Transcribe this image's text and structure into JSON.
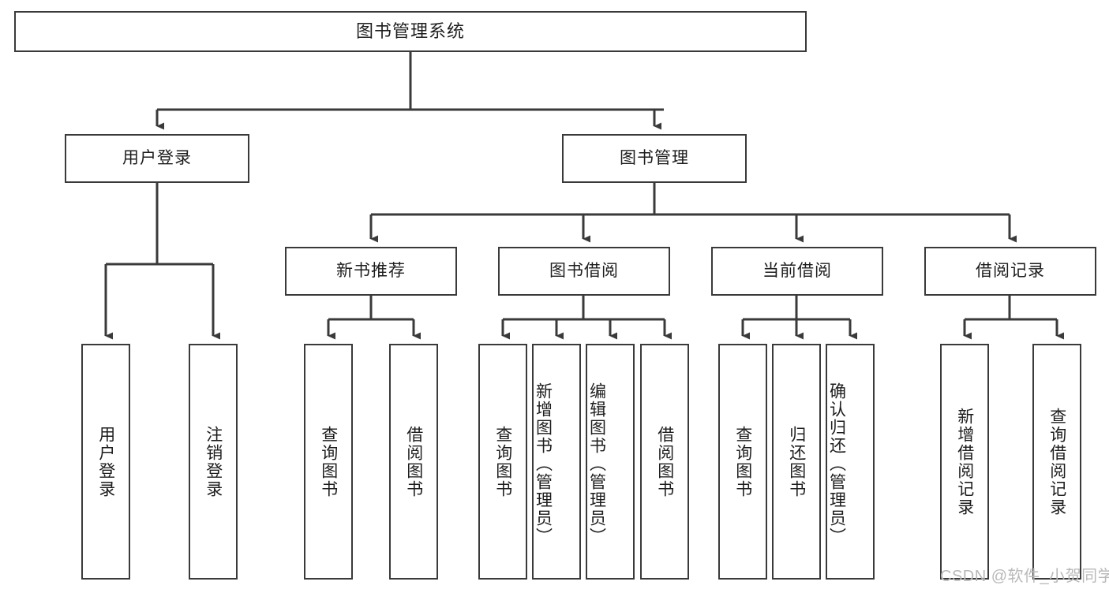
{
  "diagram": {
    "title": "图书管理系统",
    "type": "功能结构图",
    "theme": {
      "background": "#ffffff",
      "stroke": "#3a3a3a",
      "node_fill": "#ffffff",
      "text": "#1d1d1d",
      "watermark": "#b9b9b9"
    },
    "root": {
      "label": "图书管理系统"
    },
    "level2": [
      {
        "label": "用户登录"
      },
      {
        "label": "图书管理"
      }
    ],
    "level3": [
      {
        "label": "新书推荐"
      },
      {
        "label": "图书借阅"
      },
      {
        "label": "当前借阅"
      },
      {
        "label": "借阅记录"
      }
    ],
    "leaves": {
      "user_login": [
        {
          "label": "用户登录"
        },
        {
          "label": "注销登录"
        }
      ],
      "new_book_recommend": [
        {
          "label": "查询图书"
        },
        {
          "label": "借阅图书"
        }
      ],
      "book_borrow": [
        {
          "label": "查询图书"
        },
        {
          "label": "新增图书（管理员）"
        },
        {
          "label": "编辑图书（管理员）"
        },
        {
          "label": "借阅图书"
        }
      ],
      "current_borrow": [
        {
          "label": "查询图书"
        },
        {
          "label": "归还图书"
        },
        {
          "label": "确认归还（管理员）"
        }
      ],
      "borrow_record": [
        {
          "label": "新增借阅记录"
        },
        {
          "label": "查询借阅记录"
        }
      ]
    },
    "watermark": "CSDN @软件_小贺同学"
  }
}
